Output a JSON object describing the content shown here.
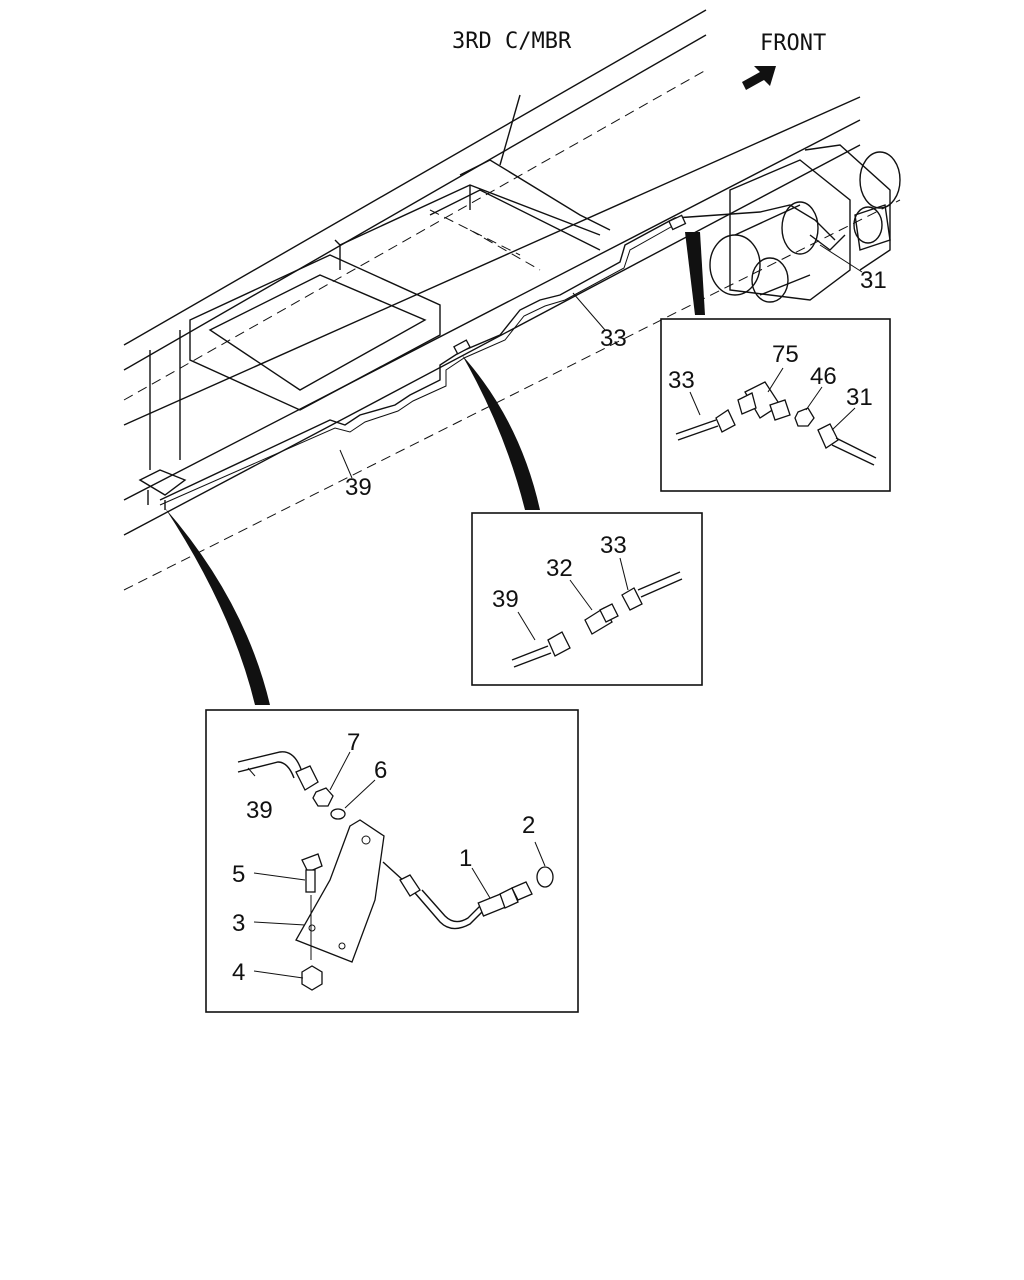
{
  "labels": {
    "member": "3RD C/MBR",
    "front": "FRONT"
  },
  "main": {
    "c31": "31",
    "c33": "33",
    "c39": "39"
  },
  "inset_a": {
    "c33": "33",
    "c75": "75",
    "c46": "46",
    "c31": "31"
  },
  "inset_b": {
    "c33": "33",
    "c32": "32",
    "c39": "39"
  },
  "inset_c": {
    "c7": "7",
    "c6": "6",
    "c39": "39",
    "c2": "2",
    "c1": "1",
    "c5": "5",
    "c3": "3",
    "c4": "4"
  }
}
